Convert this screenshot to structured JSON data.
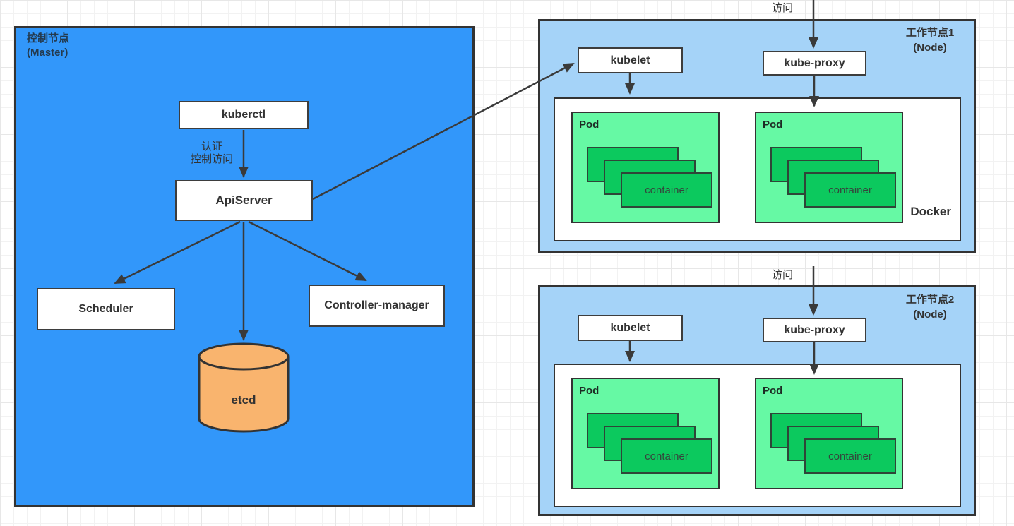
{
  "master": {
    "title_line1": "控制节点",
    "title_line2": "(Master)",
    "kuberctl": "kuberctl",
    "apiserver": "ApiServer",
    "scheduler": "Scheduler",
    "controller_manager": "Controller-manager",
    "etcd": "etcd",
    "auth_label_line1": "认证",
    "auth_label_line2": "控制访问"
  },
  "nodes": [
    {
      "title_line1": "工作节点1",
      "title_line2": "(Node)",
      "visit_label": "访问",
      "kubelet": "kubelet",
      "kube_proxy": "kube-proxy",
      "docker_label": "Docker",
      "pods": [
        {
          "label": "Pod",
          "container": "container"
        },
        {
          "label": "Pod",
          "container": "container"
        }
      ]
    },
    {
      "title_line1": "工作节点2",
      "title_line2": "(Node)",
      "visit_label": "访问",
      "kubelet": "kubelet",
      "kube_proxy": "kube-proxy",
      "docker_label": "",
      "pods": [
        {
          "label": "Pod",
          "container": "container"
        },
        {
          "label": "Pod",
          "container": "container"
        }
      ]
    }
  ],
  "colors": {
    "master_fill": "#3297fa",
    "node_fill": "#a5d3f8",
    "pod_fill": "#66f9a4",
    "container_fill": "#0cc95e",
    "etcd_fill": "#f9b46e",
    "box_fill": "#ffffff",
    "border": "#333333",
    "arrow": "#3a3a3a"
  }
}
